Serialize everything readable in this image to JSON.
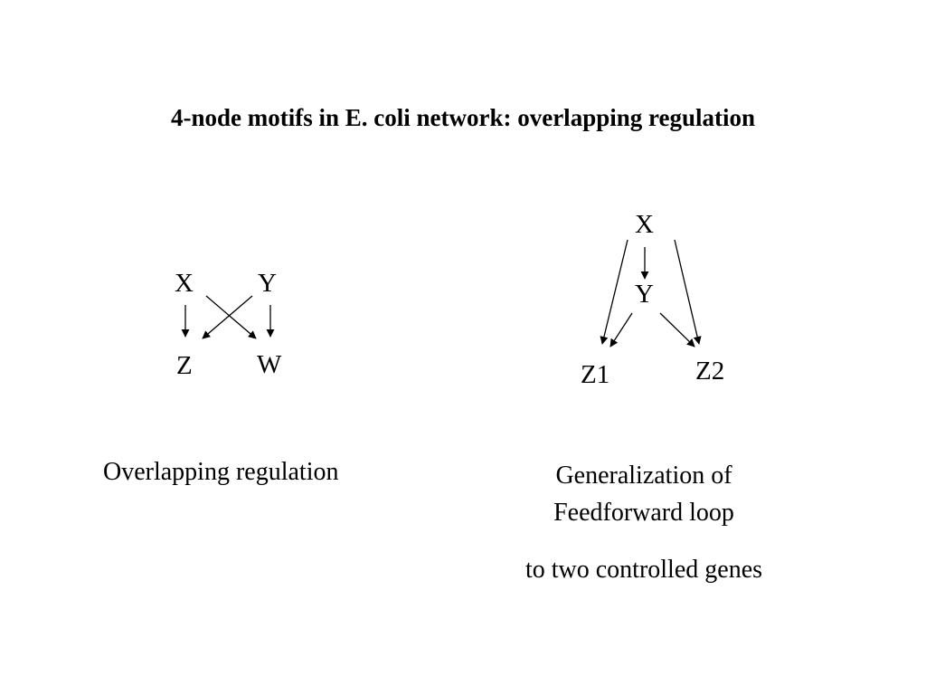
{
  "slide": {
    "title": "4-node motifs in E. coli network: overlapping regulation"
  },
  "left_diagram": {
    "nodes": {
      "x": "X",
      "y": "Y",
      "z": "Z",
      "w": "W"
    },
    "caption": "Overlapping regulation"
  },
  "right_diagram": {
    "nodes": {
      "x": "X",
      "y": "Y",
      "z1": "Z1",
      "z2": "Z2"
    },
    "caption_line1": "Generalization of",
    "caption_line2": "Feedforward loop",
    "caption_line3": "to two controlled genes"
  },
  "colors": {
    "background": "#ffffff",
    "ink": "#000000"
  }
}
